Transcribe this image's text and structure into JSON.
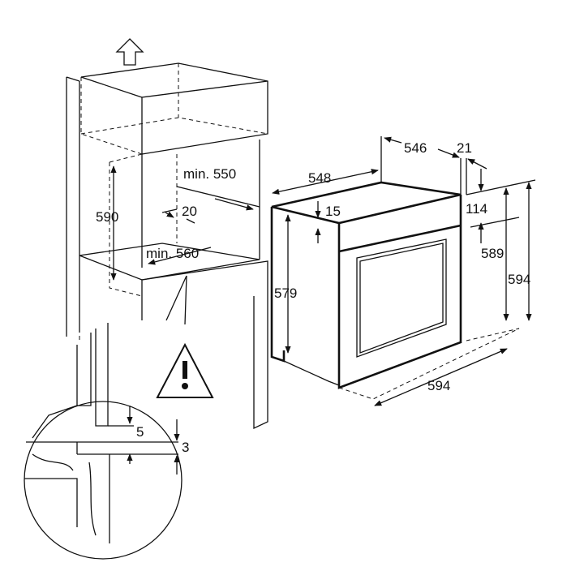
{
  "diagram": {
    "title": "Built-in oven installation dimensions",
    "labels": {
      "cabinet_depth_min": "min. 550",
      "niche_height": "590",
      "rear_gap": "20",
      "niche_width_min": "min. 560",
      "gap_5": "5",
      "gap_3": "3",
      "oven_depth": "548",
      "body_depth": "546",
      "front_thickness": "21",
      "top_offset": "15",
      "panel_height": "114",
      "body_height": "589",
      "front_height": "594",
      "side_height": "579",
      "front_width": "594"
    },
    "icons": [
      "arrow-up-icon",
      "warning-icon"
    ]
  }
}
